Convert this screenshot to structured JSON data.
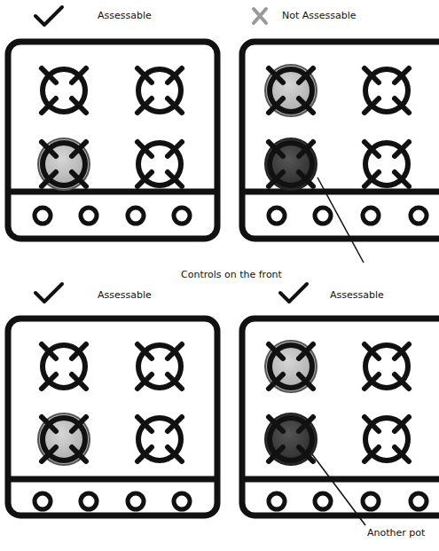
{
  "diagram": {
    "labels": [
      "Assessable",
      "Not Assessable",
      "Controls on the front",
      "Assessable",
      "Assessable",
      "Another pot"
    ]
  }
}
